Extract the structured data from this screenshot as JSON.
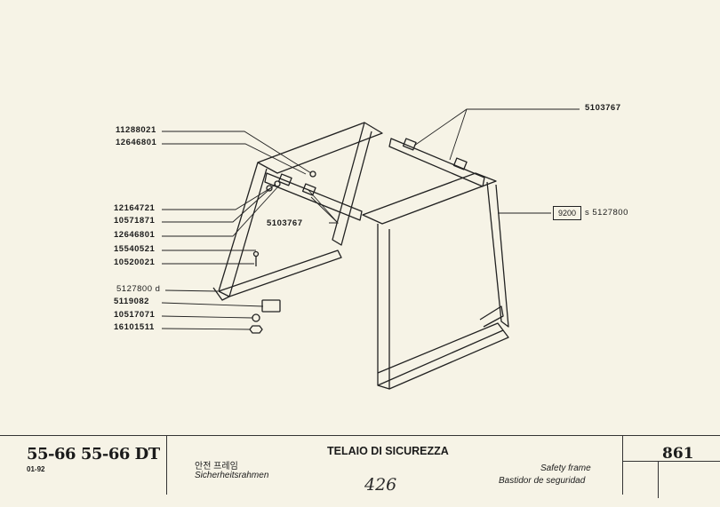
{
  "parts": {
    "p1": "11288021",
    "p2": "12646801",
    "p3": "12164721",
    "p4": "10571871",
    "p5": "12646801",
    "p6": "15540521",
    "p7": "10520021",
    "p8": "5127800 d",
    "p9": "5119082",
    "p10": "10517071",
    "p11": "16101511",
    "mid": "5103767",
    "top_right": "5103767",
    "box": "9200",
    "right": "s 5127800"
  },
  "footer": {
    "model": "55-66  55-66 DT",
    "date": "01-92",
    "title": "TELAIO DI SICUREZZA",
    "korean": "안전 프레임",
    "german": "Sicherheitsrahmen",
    "english": "Safety frame",
    "spanish": "Bastidor de seguridad",
    "handwritten": "426",
    "page_number": "861"
  }
}
